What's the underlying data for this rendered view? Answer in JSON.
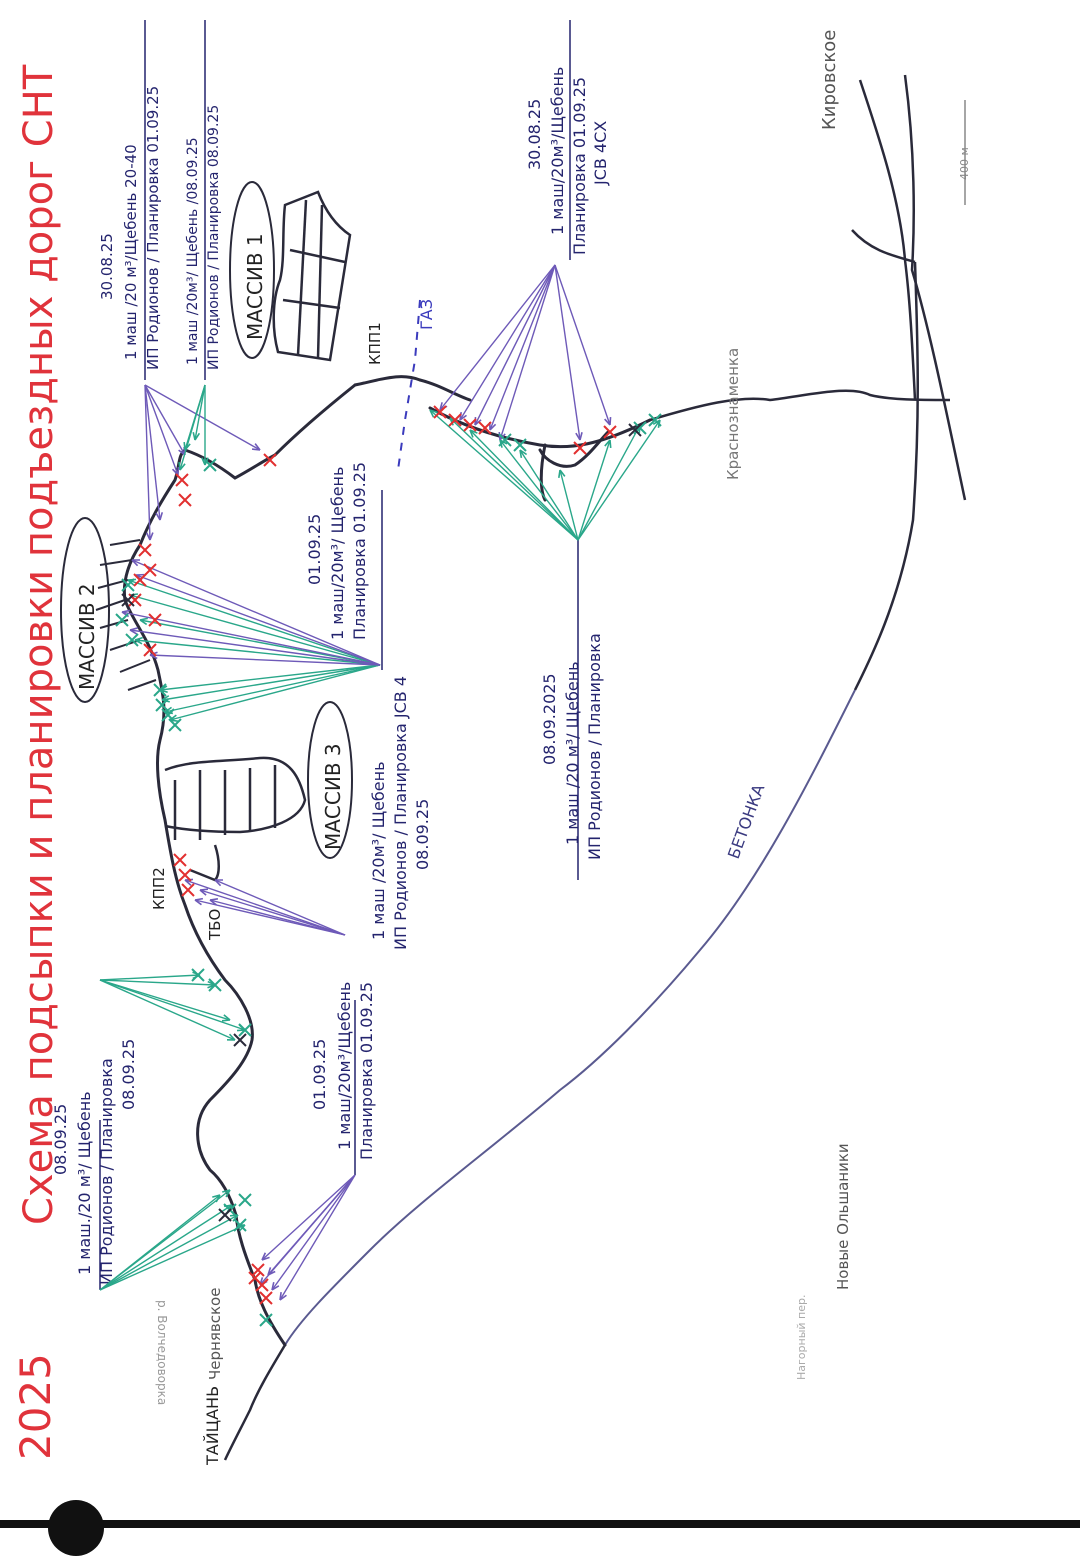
{
  "title": {
    "year": "2025",
    "line1": "Схема  подсыпки и планировки подъездных дорог СНТ"
  },
  "colors": {
    "road": "#2a2a3a",
    "betonka": "#5a5a90",
    "blue_ink": "#24246e",
    "title_red": "#e0333b",
    "green": "#2aa78a",
    "violet": "#6e5ab8",
    "red_x": "#e23030",
    "gas": "#3b3bbd",
    "map_gray": "#888888"
  },
  "places": {
    "taizhan": "ТАЙЦАНЬ",
    "river": "р. Волчедоворка",
    "chernyavskoe": "Чернявское",
    "nagorny": "Нагорный пер.",
    "novye": "Новые Ольшаники",
    "krasnoznamenka": "Краснознаменка",
    "kirovskoe": "Кировское",
    "scale": "400 м",
    "betonka": "БЕТОНКА",
    "gaz": "ГАЗ",
    "kpp1": "КПП1",
    "kpp2": "КПП2",
    "tbo": "ТБО",
    "massiv1": "МАССИВ 1",
    "massiv2": "МАССИВ 2",
    "massiv3": "МАССИВ 3"
  },
  "notes": {
    "n1": {
      "l1": "08.09.25",
      "l2": "1 маш./20 м³/ Щебень",
      "l3": "ИП Родионов / Планировка",
      "l4": "08.09.25"
    },
    "n2": {
      "l1": "01.09.25",
      "l2": "1 маш/20м³/Щебень",
      "l3": "Планировка 01.09.25"
    },
    "n3": {
      "l1": "1 маш /20м³/ Щебень",
      "l2": "ИП Родионов / Планировка JCB 4",
      "l3": "08.09.25"
    },
    "n4": {
      "l1": "01.09.25",
      "l2": "1 маш/20м³/ Щебень",
      "l3": "Планировка 01.09.25"
    },
    "n5": {
      "l1": "30.08.25",
      "l2": "1 маш /20 м³/Щебень 20-40",
      "l3": "ИП Родионов / Планировка 01.09.25"
    },
    "n6": {
      "l1": "1 маш /20м³/ Щебень /08.09.25",
      "l2": "ИП Родионов / Планировка 08.09.25"
    },
    "n7": {
      "l1": "08.09.2025",
      "l2": "1 маш /20 м³/ Щебень",
      "l3": "ИП Родионов / Планировка"
    },
    "n8": {
      "l1": "30.08.25",
      "l2": "1 маш/20м³/Щебень",
      "l3": "Планировка 01.09.25",
      "l4": "JCB 4CX"
    }
  }
}
